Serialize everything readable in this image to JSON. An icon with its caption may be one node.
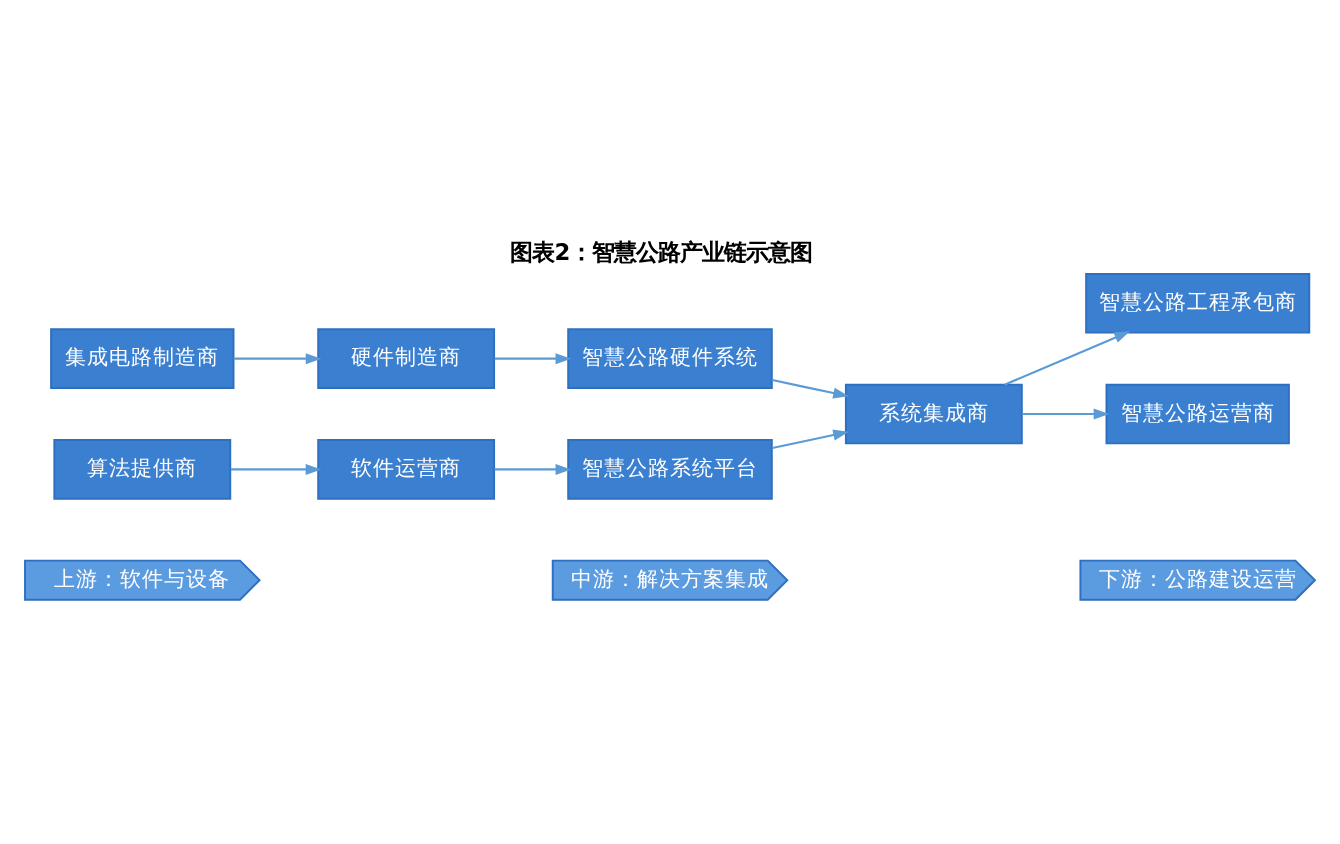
{
  "diagram": {
    "title": "图表2：智慧公路产业链示意图",
    "nodes": [
      {
        "text": [
          "上游：软件与设备"
        ]
      },
      {
        "text": [
          "中游：解决方案集成"
        ]
      },
      {
        "text": [
          "下游：公路建设运营"
        ]
      },
      {
        "text": [
          "集成电路制造商"
        ]
      },
      {
        "text": [
          "硬件制造商"
        ]
      },
      {
        "text": [
          "智慧公路硬件系统"
        ]
      },
      {
        "text": [
          "系统集成商"
        ]
      },
      {
        "text": [
          "智慧公路工程承包商"
        ]
      },
      {
        "text": [
          "智慧公路运营商"
        ]
      },
      {
        "text": [
          "算法提供商"
        ]
      },
      {
        "text": [
          "软件运营商"
        ]
      },
      {
        "text": [
          "智慧公路系统平台"
        ]
      }
    ],
    "edges": [
      {
        "from": 3,
        "to": 4,
        "arrow": "to"
      },
      {
        "from": 4,
        "to": 5,
        "arrow": "to"
      },
      {
        "from": 5,
        "to": 6,
        "arrow": "to"
      },
      {
        "from": 11,
        "to": 6,
        "arrow": "to"
      },
      {
        "from": 6,
        "to": 7,
        "arrow": "to"
      },
      {
        "from": 6,
        "to": 8,
        "arrow": "to"
      },
      {
        "from": 9,
        "to": 10,
        "arrow": "to"
      },
      {
        "from": 10,
        "to": 11,
        "arrow": "to"
      }
    ]
  }
}
